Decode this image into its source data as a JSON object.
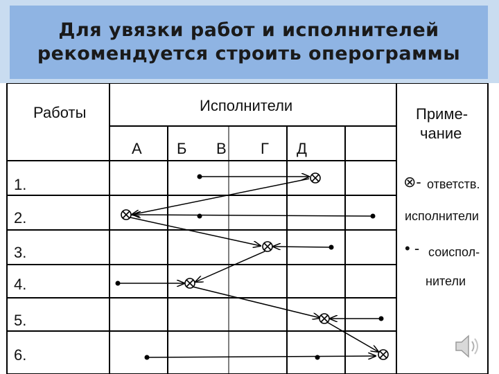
{
  "title": {
    "line1": "Для увязки работ и исполнителей",
    "line2": "рекомендуется строить оперограммы"
  },
  "table": {
    "works_header": "Работы",
    "performers_header": "Исполнители",
    "note_header_line1": "Приме-",
    "note_header_line2": "чание",
    "columns": [
      "А",
      "Б",
      "В",
      "Г",
      "Д"
    ],
    "rows": [
      "1.",
      "2.",
      "3.",
      "4.",
      "5.",
      "6."
    ],
    "legend": {
      "responsible_symbol": "⊗-",
      "responsible_text_line1": "ответств.",
      "responsible_text_line2": "исполнители",
      "coexecutor_symbol": "• -",
      "coexecutor_text_line1": "соиспол-",
      "coexecutor_text_line2": "нители"
    }
  },
  "speaker_icon": "speaker-icon",
  "colors": {
    "title_background": "#8fb4e3",
    "title_outer": "#c9dcf0",
    "lines": "#000000"
  }
}
